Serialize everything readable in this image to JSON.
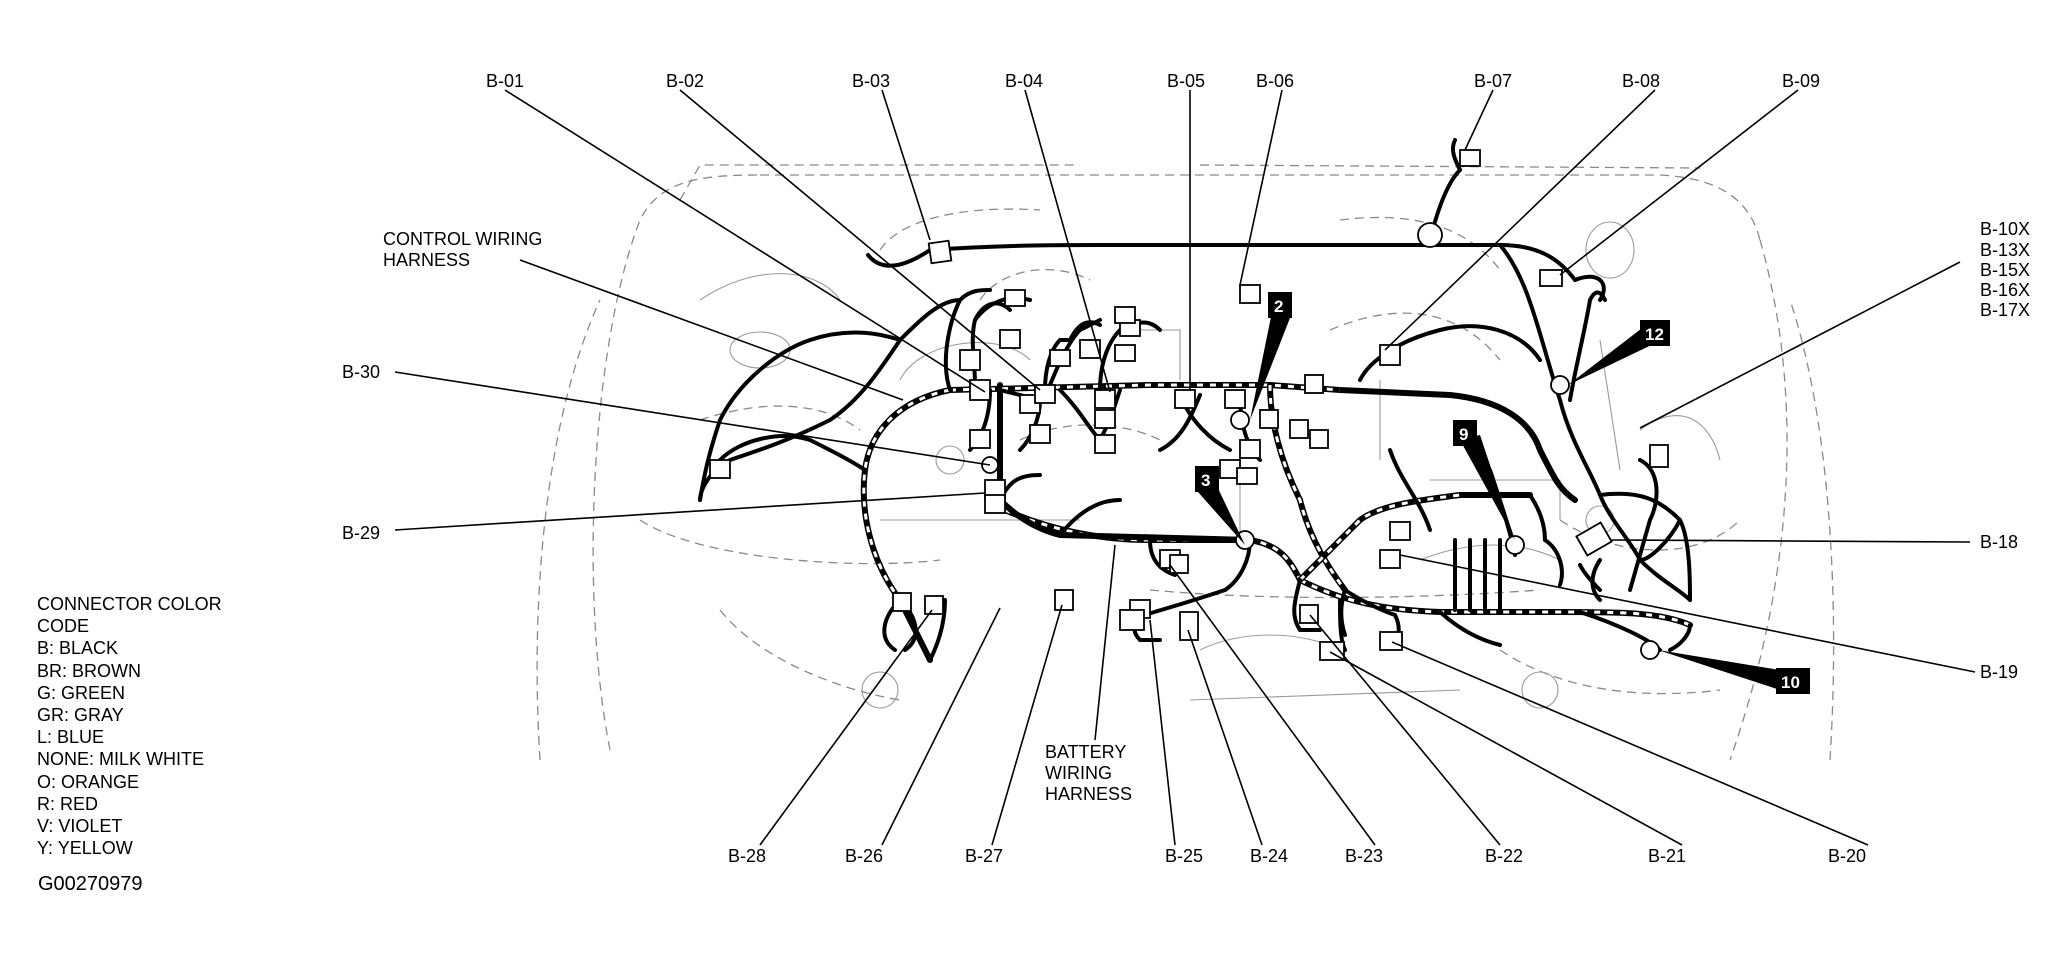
{
  "labels": {
    "b01": "B-01",
    "b02": "B-02",
    "b03": "B-03",
    "b04": "B-04",
    "b05": "B-05",
    "b06": "B-06",
    "b07": "B-07",
    "b08": "B-08",
    "b09": "B-09",
    "b10x": "B-10X",
    "b13x": "B-13X",
    "b15x": "B-15X",
    "b16x": "B-16X",
    "b17x": "B-17X",
    "b18": "B-18",
    "b19": "B-19",
    "b20": "B-20",
    "b21": "B-21",
    "b22": "B-22",
    "b23": "B-23",
    "b24": "B-24",
    "b25": "B-25",
    "b26": "B-26",
    "b27": "B-27",
    "b28": "B-28",
    "b29": "B-29",
    "b30": "B-30"
  },
  "harness_labels": {
    "control_line1": "CONTROL WIRING",
    "control_line2": "HARNESS",
    "battery_line1": "BATTERY",
    "battery_line2": "WIRING",
    "battery_line3": "HARNESS"
  },
  "ground_tags": [
    "2",
    "12",
    "9",
    "3",
    "10"
  ],
  "legend": {
    "title_line1": "CONNECTOR COLOR",
    "title_line2": "CODE",
    "items": [
      "B: BLACK",
      "BR: BROWN",
      "G: GREEN",
      "GR: GRAY",
      "L: BLUE",
      "NONE: MILK WHITE",
      "O: ORANGE",
      "R: RED",
      "V: VIOLET",
      "Y: YELLOW"
    ]
  },
  "figure_code": "G00270979"
}
